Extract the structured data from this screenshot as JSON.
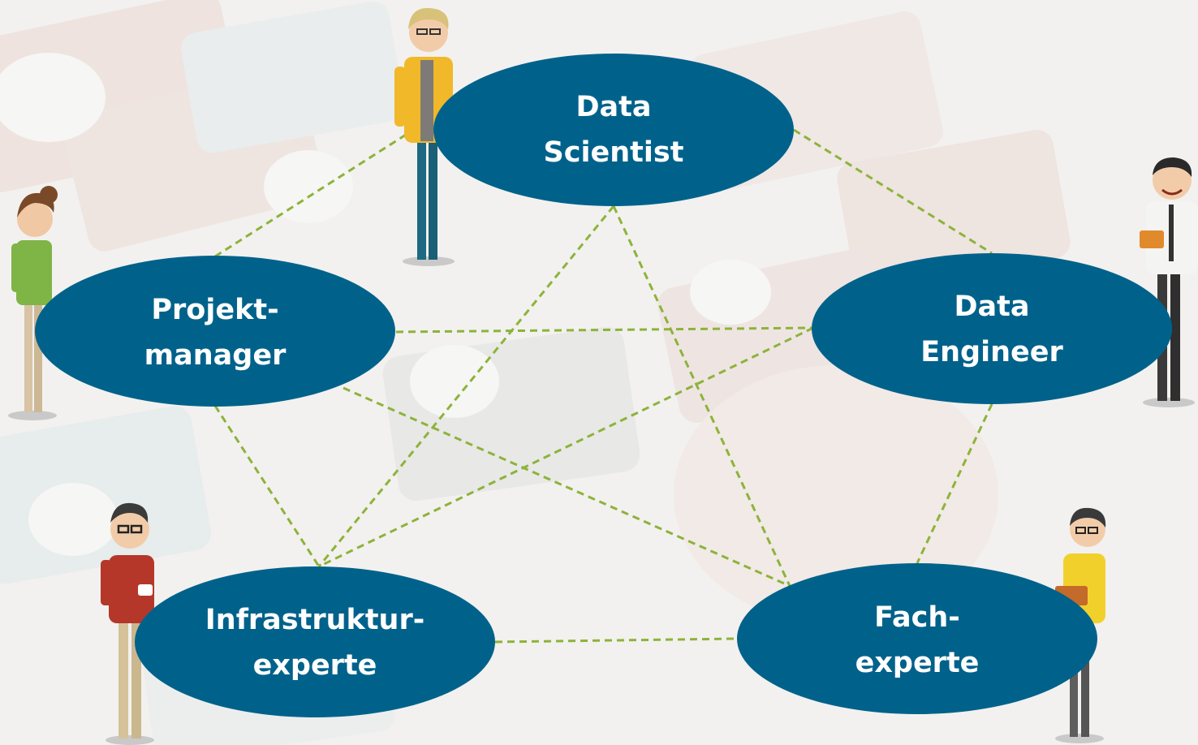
{
  "diagram": {
    "roles": {
      "data_scientist": {
        "line1": "Data",
        "line2": "Scientist"
      },
      "data_engineer": {
        "line1": "Data",
        "line2": "Engineer"
      },
      "projektmanager": {
        "line1": "Projekt-",
        "line2": "manager"
      },
      "infrastrukturexperte": {
        "line1": "Infrastruktur-",
        "line2": "experte"
      },
      "fachexperte": {
        "line1": "Fach-",
        "line2": "experte"
      }
    },
    "connector_style": "dashed",
    "colors": {
      "node_fill": "#00628b",
      "node_text": "#ffffff",
      "connector": "#8db33a",
      "background": "#f3f3f2"
    }
  }
}
